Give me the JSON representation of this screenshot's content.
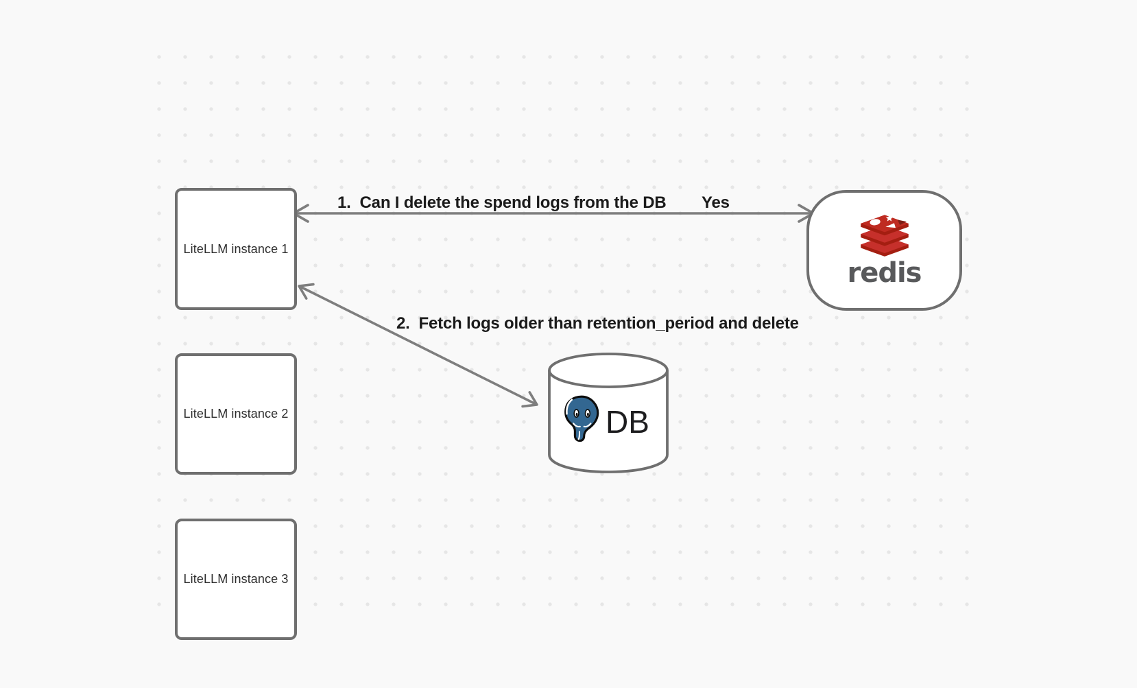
{
  "canvas": {
    "background_color": "#f9f9f9",
    "dot_color": "#e6e6e6"
  },
  "nodes": {
    "litellm_instances": [
      {
        "label": "LiteLLM instance 1"
      },
      {
        "label": "LiteLLM instance 2"
      },
      {
        "label": "LiteLLM instance 3"
      }
    ],
    "redis": {
      "wordmark": "redis",
      "icon": "redis-stack-logo"
    },
    "database": {
      "label": "DB",
      "icon": "postgresql-elephant-logo"
    }
  },
  "edges": [
    {
      "from": "redis",
      "to": "LiteLLM instance 1",
      "label": "1.  Can I delete the spend logs from the DB",
      "answer": "Yes",
      "style": "double-headed-arrow"
    },
    {
      "from": "LiteLLM instance 1",
      "to": "DB",
      "label": "2.  Fetch logs older than retention_period and delete",
      "style": "double-headed-arrow"
    }
  ],
  "colors": {
    "node_border": "#6f6f6f",
    "arrow": "#7e7e7e",
    "label_text": "#1b1b1b",
    "redis_red": "#c6302b",
    "redis_dark_red": "#a41e11",
    "redis_wordmark_gray": "#58595b",
    "postgres_blue": "#336791"
  }
}
